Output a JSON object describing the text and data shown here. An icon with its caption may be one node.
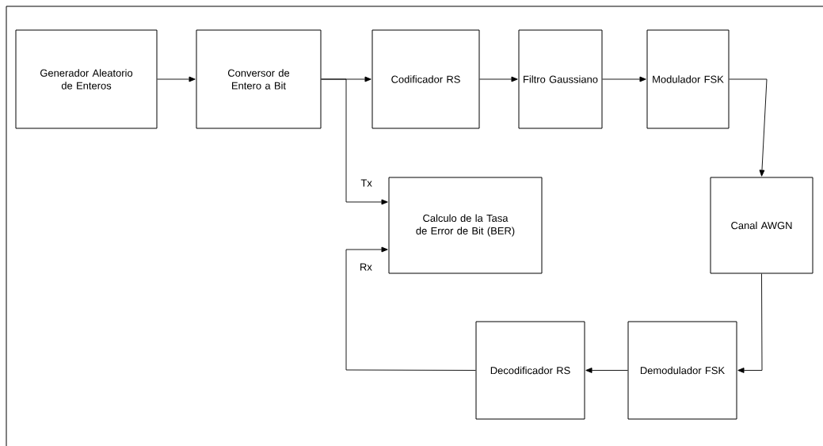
{
  "diagram": {
    "nodes": [
      {
        "text": [
          "Generador Aleatorio de Enteros"
        ]
      },
      {
        "text": [
          "Conversor de Entero a Bit"
        ]
      },
      {
        "text": [
          "Codificador RS"
        ]
      },
      {
        "text": [
          "Filtro Gaussiano"
        ]
      },
      {
        "text": [
          "Modulador FSK"
        ]
      },
      {
        "text": [
          "Calculo de la Tasa de Error de Bit (BER)"
        ]
      },
      {
        "text": [
          "Canal AWGN"
        ]
      },
      {
        "text": [
          "Decodificador RS"
        ]
      },
      {
        "text": [
          "Demodulador FSK"
        ]
      }
    ],
    "edges": [
      {
        "from": 0,
        "to": 1,
        "arrow": "to"
      },
      {
        "from": 1,
        "to": 2,
        "arrow": "to"
      },
      {
        "from": 1,
        "to": 5,
        "arrow": "to",
        "label": "Tx"
      },
      {
        "from": 2,
        "to": 3,
        "arrow": "to"
      },
      {
        "from": 3,
        "to": 4,
        "arrow": "to"
      },
      {
        "from": 4,
        "to": 6,
        "arrow": "to"
      },
      {
        "from": 6,
        "to": 8,
        "arrow": "to"
      },
      {
        "from": 8,
        "to": 7,
        "arrow": "to"
      },
      {
        "from": 7,
        "to": 5,
        "arrow": "to",
        "label": "Rx"
      }
    ]
  }
}
